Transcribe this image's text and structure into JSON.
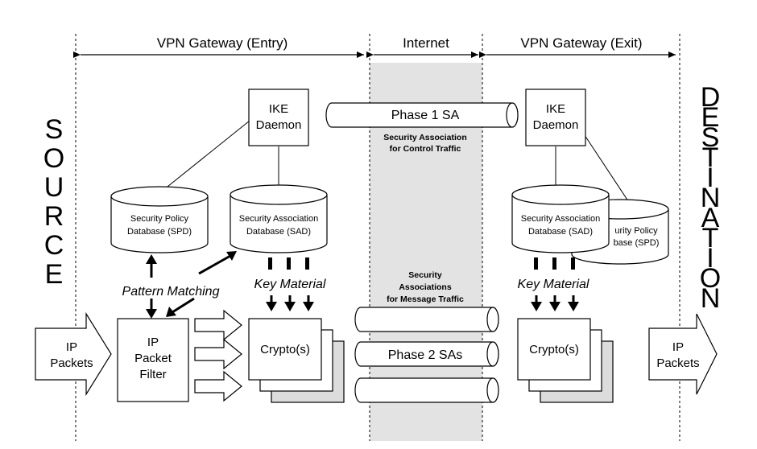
{
  "headers": {
    "entry": "VPN Gateway (Entry)",
    "internet": "Internet",
    "exit": "VPN Gateway (Exit)"
  },
  "side_labels": {
    "source": [
      "S",
      "O",
      "U",
      "R",
      "C",
      "E"
    ],
    "destination": [
      "D",
      "E",
      "S",
      "T",
      "I",
      "N",
      "A",
      "T",
      "I",
      "O",
      "N"
    ]
  },
  "ike": {
    "line1": "IKE",
    "line2": "Daemon"
  },
  "phase1": {
    "label": "Phase 1 SA",
    "caption1": "Security Association",
    "caption2": "for Control Traffic"
  },
  "spd": {
    "line1": "Security Policy",
    "line2": "Database (SPD)"
  },
  "sad": {
    "line1": "Security Association",
    "line2": "Database (SAD)"
  },
  "spd_exit": {
    "line1": "urity Policy",
    "line2": "base (SPD)"
  },
  "pattern_matching": "Pattern Matching",
  "key_material": "Key Material",
  "message_sa": {
    "line1": "Security",
    "line2": "Associations",
    "line3": "for Message Traffic"
  },
  "phase2": {
    "label": "Phase 2 SAs"
  },
  "ip_packets": {
    "line1": "IP",
    "line2": "Packets"
  },
  "packet_filter": {
    "line1": "IP",
    "line2": "Packet",
    "line3": "Filter"
  },
  "crypto": "Crypto(s)"
}
